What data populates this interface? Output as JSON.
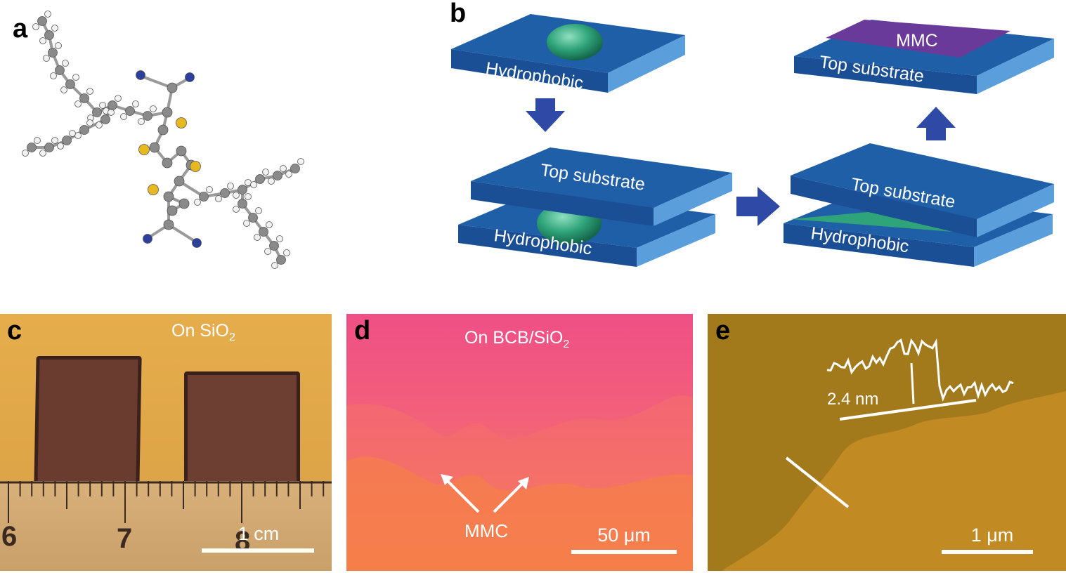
{
  "panels": {
    "a": {
      "letter": "a"
    },
    "b": {
      "letter": "b",
      "labels": {
        "hydrophobic": "Hydrophobic",
        "top_substrate": "Top substrate",
        "mmc": "MMC"
      }
    },
    "c": {
      "letter": "c",
      "caption_main": "On SiO",
      "caption_sub": "2",
      "ruler_numbers": [
        "6",
        "7",
        "8"
      ],
      "scale": "1 cm"
    },
    "d": {
      "letter": "d",
      "caption_main": "On BCB/SiO",
      "caption_sub": "2",
      "arrow_label": "MMC",
      "scale": "50 μm"
    },
    "e": {
      "letter": "e",
      "step_height": "2.4 nm",
      "scale": "1 μm"
    }
  },
  "colors": {
    "substrate_top": "#1f5fa8",
    "substrate_front": "#1a4f96",
    "substrate_side": "#5a9fdc",
    "droplet": "#2fa37a",
    "mmc_film": "#6a3a9a",
    "arrow": "#2f4aa6",
    "photo_c_bg": "#e0a94a",
    "photo_d_bg": "#f2607a",
    "photo_e_bg": "#b9861a",
    "sulfur": "#e8b820",
    "nitrogen": "#2c3f9a",
    "carbon": "#8a8a8a",
    "hydrogen": "#f2f2f2"
  }
}
